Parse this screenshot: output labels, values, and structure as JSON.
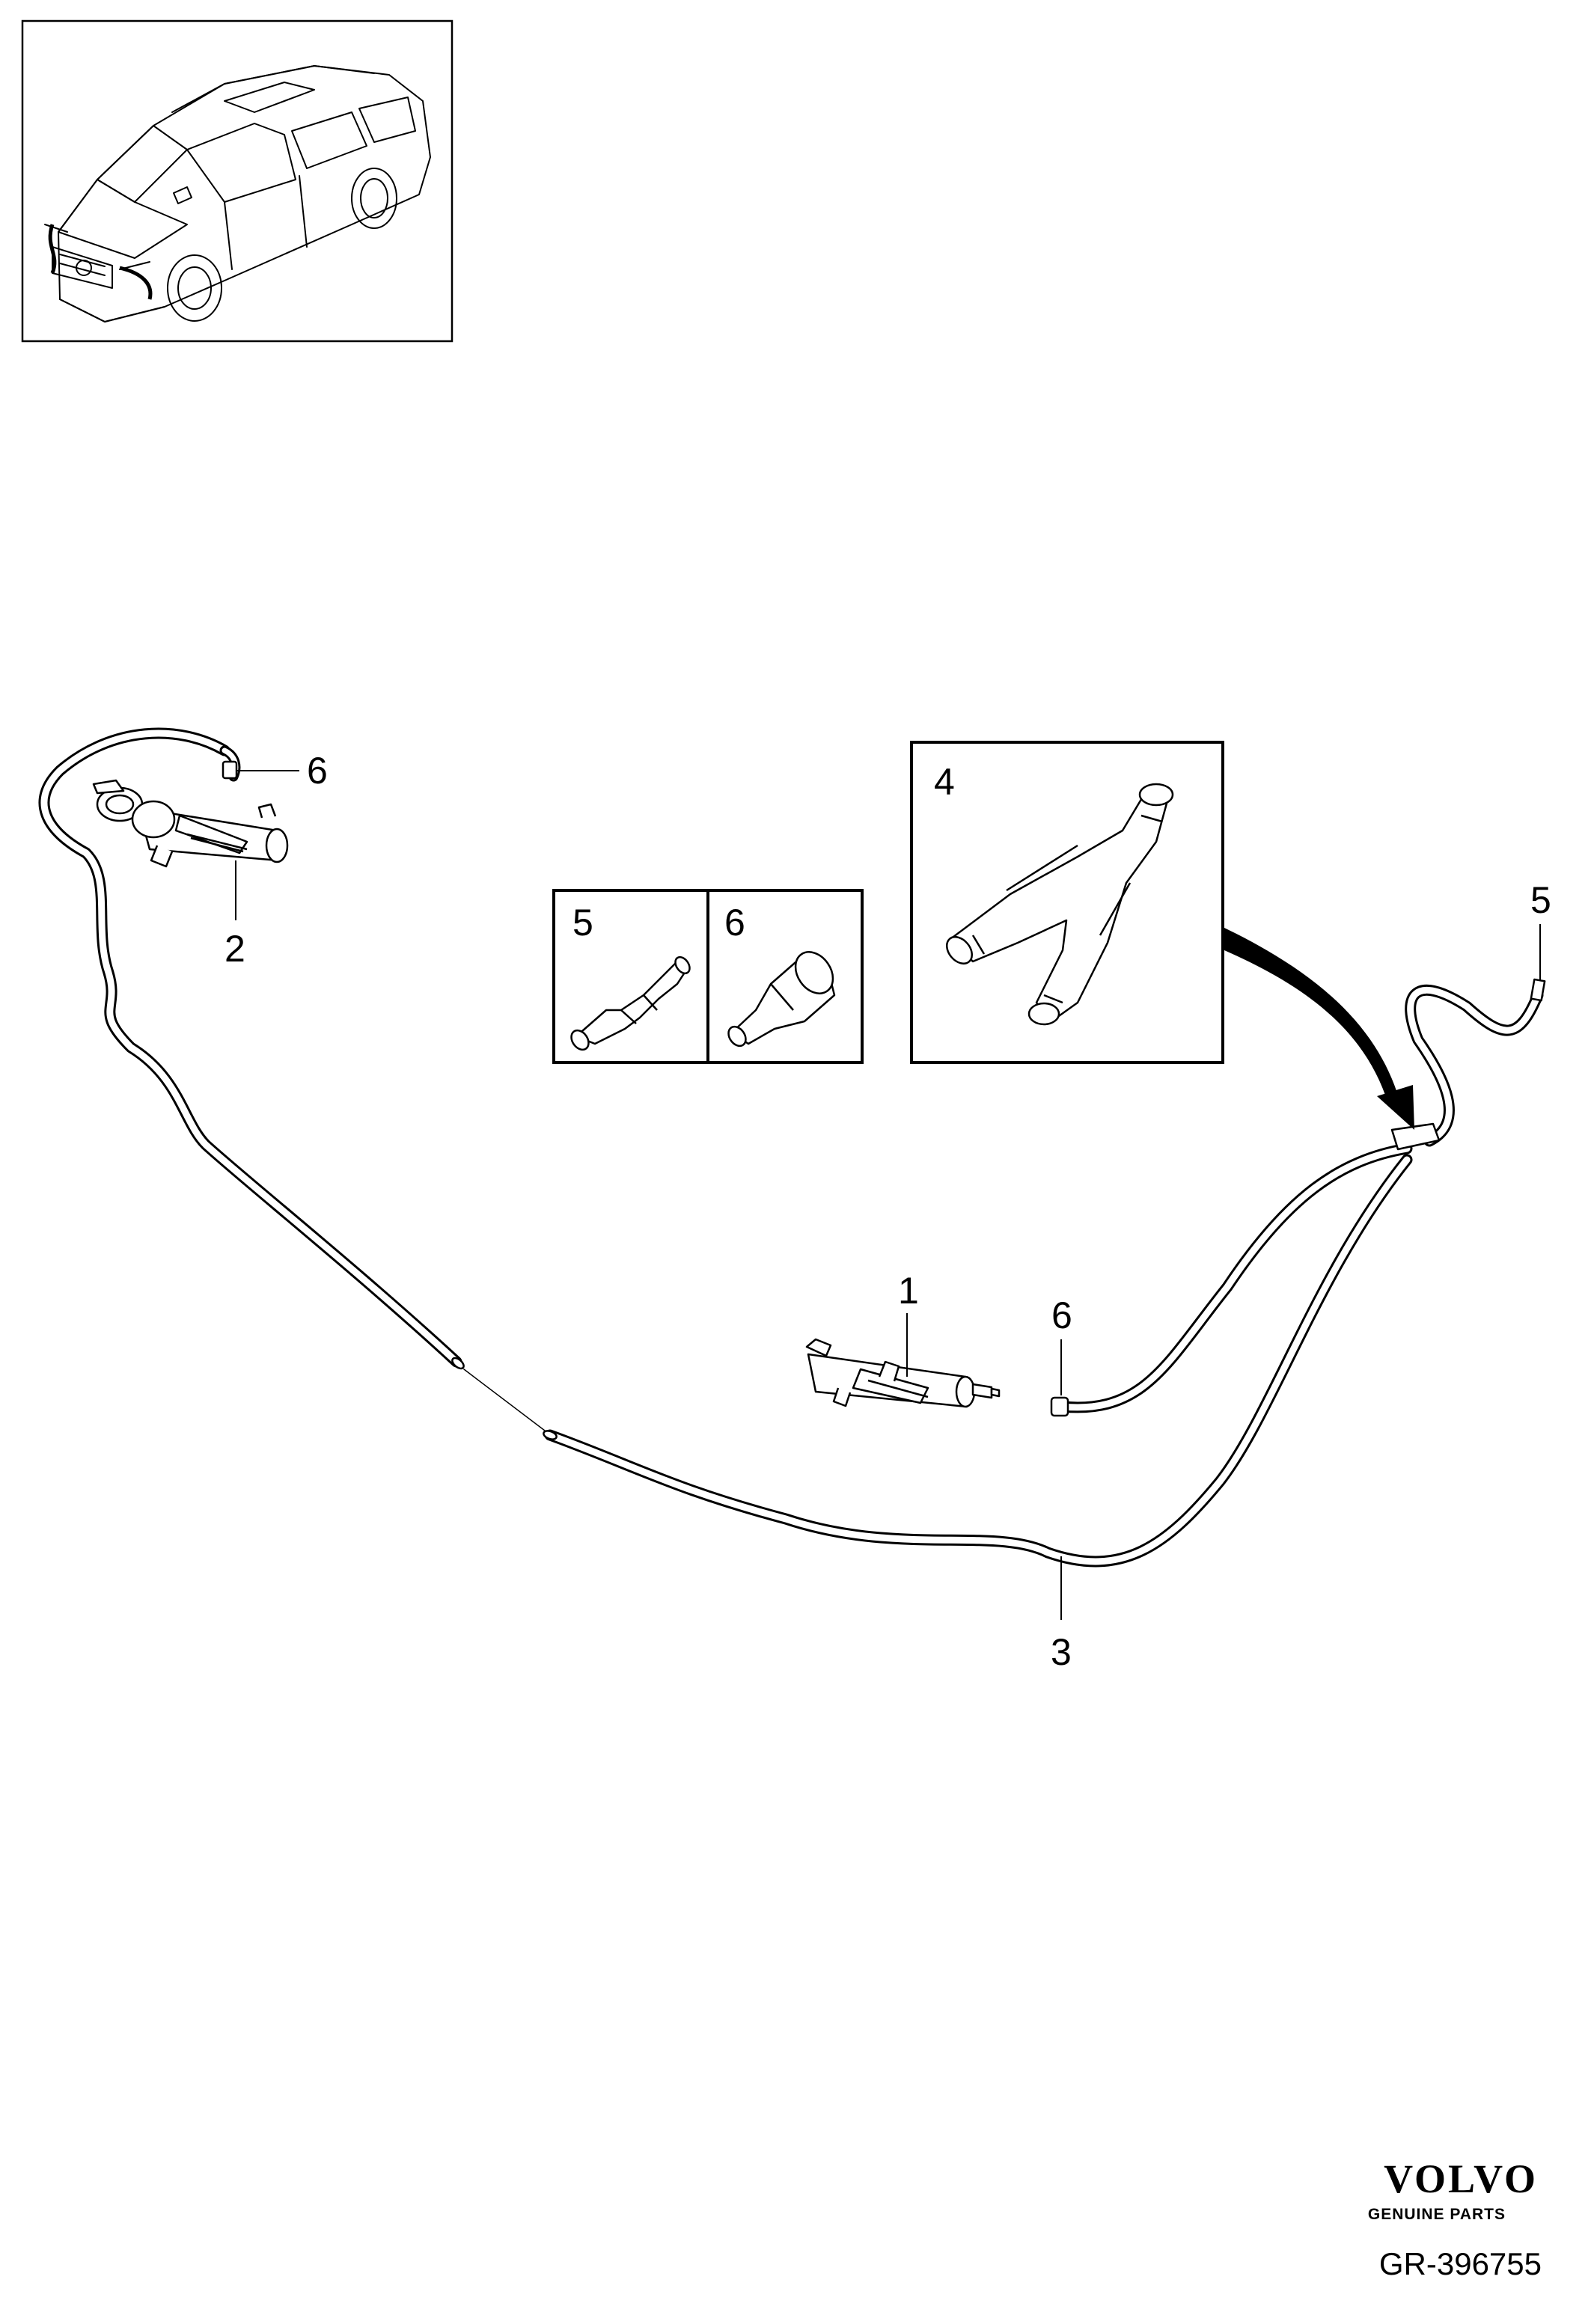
{
  "callouts": {
    "part1": "1",
    "part2": "2",
    "part3": "3",
    "part4": "4",
    "part5": "5",
    "part6": "6"
  },
  "brand": {
    "name": "VOLVO",
    "tagline": "GENUINE PARTS",
    "reference": "GR-396755"
  }
}
